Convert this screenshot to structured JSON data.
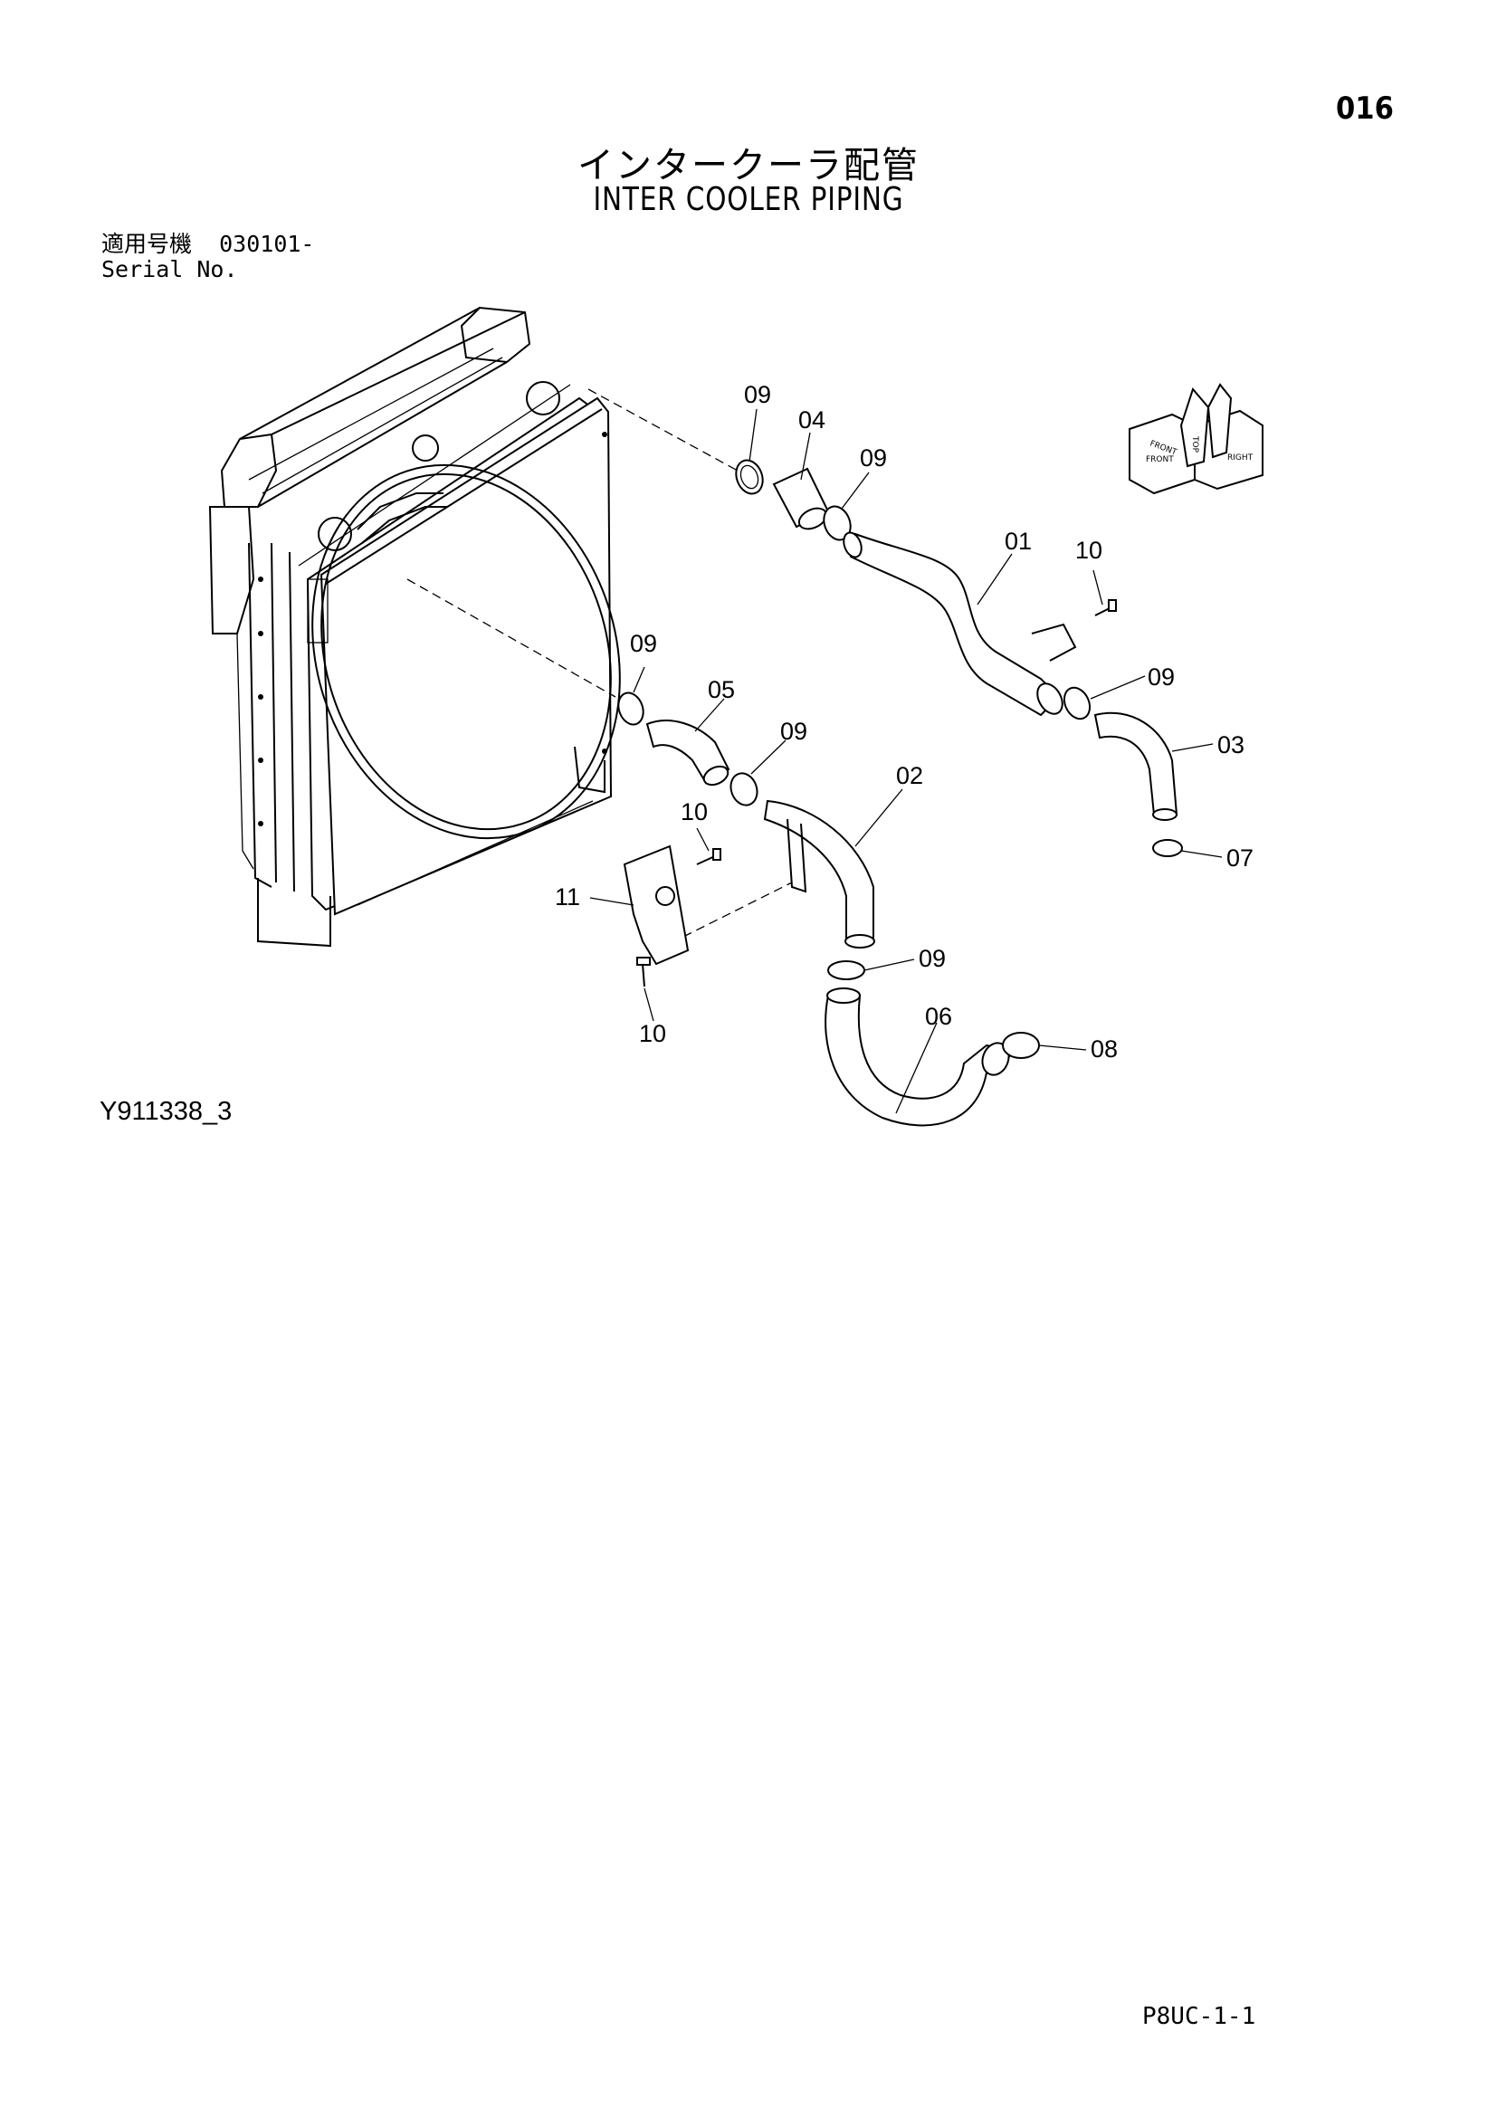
{
  "page_number": "016",
  "title_jp": "インタークーラ配管",
  "title_en": "INTER COOLER PIPING",
  "serial": {
    "label_jp": "適用号機",
    "value": "030101-",
    "label_en": "Serial No."
  },
  "drawing_id": "Y911338_3",
  "footer_code": "P8UC-1-1",
  "orientation_icon": {
    "labels": [
      "FRONT",
      "RIGHT",
      "TOP",
      "FRONT"
    ]
  },
  "callouts": [
    {
      "key": "c1",
      "label": "09"
    },
    {
      "key": "c2",
      "label": "04"
    },
    {
      "key": "c3",
      "label": "09"
    },
    {
      "key": "c4",
      "label": "01"
    },
    {
      "key": "c5",
      "label": "10"
    },
    {
      "key": "c6",
      "label": "09"
    },
    {
      "key": "c7",
      "label": "03"
    },
    {
      "key": "c8",
      "label": "07"
    },
    {
      "key": "c9",
      "label": "09"
    },
    {
      "key": "c10",
      "label": "05"
    },
    {
      "key": "c11",
      "label": "09"
    },
    {
      "key": "c12",
      "label": "02"
    },
    {
      "key": "c13",
      "label": "10"
    },
    {
      "key": "c14",
      "label": "11"
    },
    {
      "key": "c15",
      "label": "09"
    },
    {
      "key": "c16",
      "label": "10"
    },
    {
      "key": "c17",
      "label": "06"
    },
    {
      "key": "c18",
      "label": "08"
    }
  ]
}
